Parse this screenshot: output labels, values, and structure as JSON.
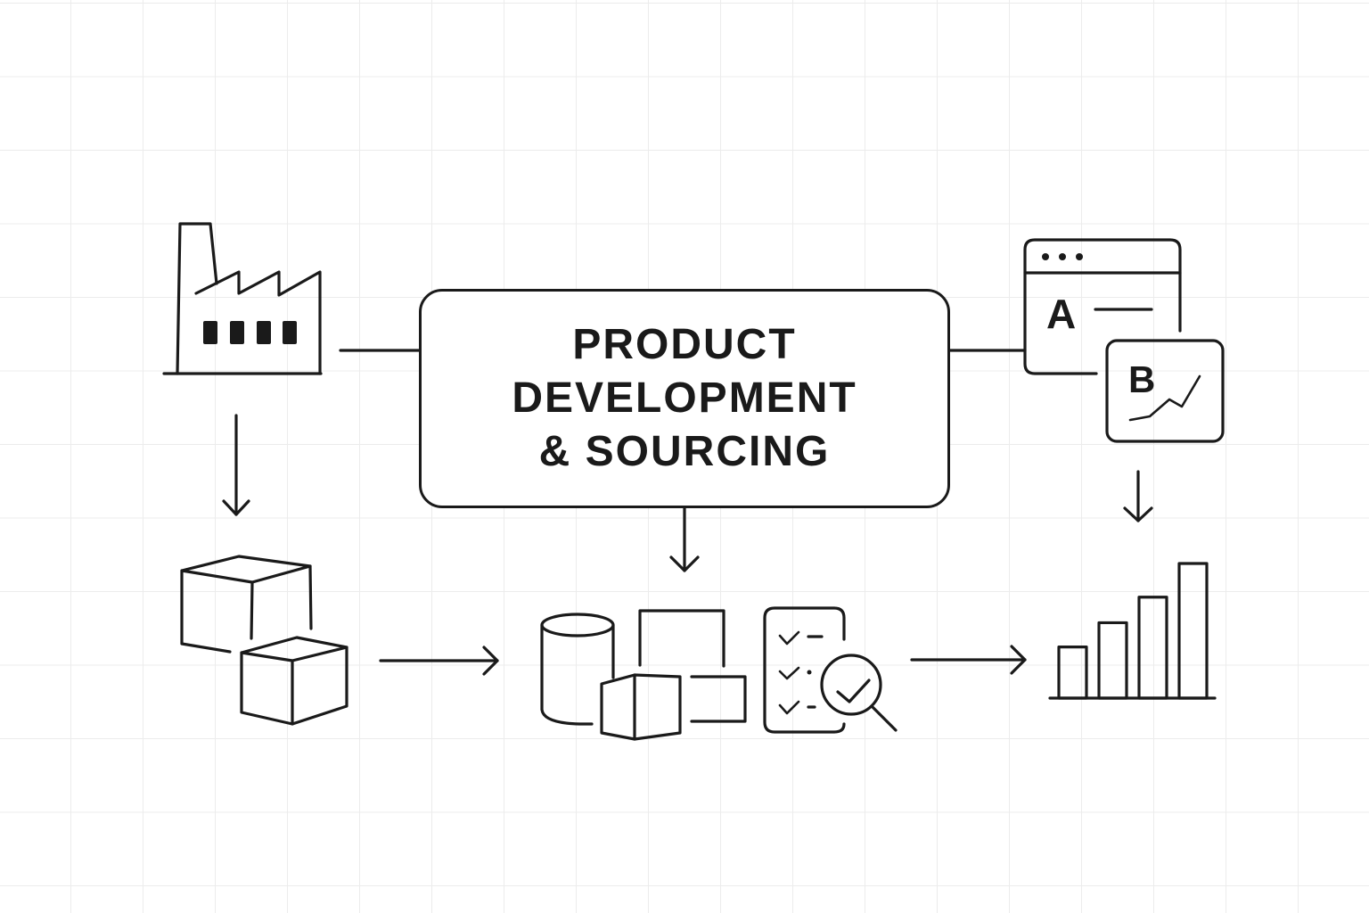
{
  "diagram": {
    "title_lines": [
      "PRODUCT",
      "DEVELOPMENT",
      "& SOURCING"
    ],
    "nodes": [
      {
        "id": "factory",
        "icon": "factory-icon",
        "position": "top-left"
      },
      {
        "id": "center",
        "label": "PRODUCT DEVELOPMENT & SOURCING",
        "position": "top-center"
      },
      {
        "id": "ab-test",
        "icon": "ab-test-icon",
        "letters": [
          "A",
          "B"
        ],
        "position": "top-right"
      },
      {
        "id": "boxes",
        "icon": "boxes-icon",
        "position": "bottom-left"
      },
      {
        "id": "inventory-qc",
        "icons": [
          "database-icon",
          "package-icon",
          "checklist-magnifier-icon"
        ],
        "position": "bottom-center"
      },
      {
        "id": "growth-chart",
        "icon": "bar-chart-icon",
        "position": "bottom-right"
      }
    ],
    "connections": [
      {
        "from": "factory",
        "to": "center",
        "type": "line"
      },
      {
        "from": "center",
        "to": "ab-test",
        "type": "line"
      },
      {
        "from": "factory",
        "to": "boxes",
        "type": "arrow-down"
      },
      {
        "from": "center",
        "to": "inventory-qc",
        "type": "arrow-down"
      },
      {
        "from": "ab-test",
        "to": "growth-chart",
        "type": "arrow-down"
      },
      {
        "from": "boxes",
        "to": "inventory-qc",
        "type": "arrow-right"
      },
      {
        "from": "inventory-qc",
        "to": "growth-chart",
        "type": "arrow-right"
      }
    ],
    "ab_test": {
      "letter_a": "A",
      "letter_b": "B"
    },
    "bar_chart_relative_heights": [
      0.38,
      0.56,
      0.75,
      1.0
    ],
    "colors": {
      "ink": "#1a1a1a",
      "background": "#ffffff",
      "grid": "#ececec"
    }
  }
}
